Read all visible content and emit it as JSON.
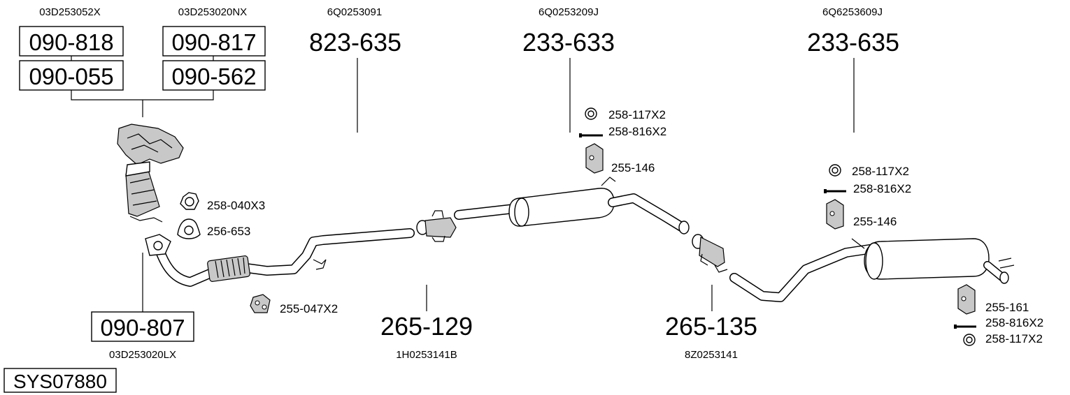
{
  "diagram": {
    "system_code": "SYS07880",
    "parts": {
      "cat_manifold_1": {
        "oem": "03D253052X",
        "codes": [
          "090-818",
          "090-055"
        ]
      },
      "cat_manifold_2": {
        "oem": "03D253020NX",
        "codes": [
          "090-817",
          "090-562"
        ]
      },
      "front_pipe": {
        "oem": "03D253020LX",
        "code": "090-807"
      },
      "center_pipe": {
        "oem": "6Q0253091",
        "code": "823-635"
      },
      "middle_silencer": {
        "oem": "6Q0253209J",
        "code": "233-633"
      },
      "rear_silencer": {
        "oem": "6Q6253609J",
        "code": "233-635"
      },
      "clamp_1": {
        "oem": "1H0253141B",
        "code": "265-129"
      },
      "clamp_2": {
        "oem": "8Z0253141",
        "code": "265-135"
      }
    },
    "accessories": {
      "nut": "258-040X3",
      "gasket": "256-653",
      "rubber_front": "255-047X2",
      "mid_ring": "258-117X2",
      "mid_bolt": "258-816X2",
      "mid_rubber": "255-146",
      "rear_ring_top": "258-117X2",
      "rear_bolt_top": "258-816X2",
      "rear_rubber_top": "255-146",
      "rear_rubber_bottom": "255-161",
      "rear_bolt_bottom": "258-816X2",
      "rear_ring_bottom": "258-117X2"
    }
  }
}
